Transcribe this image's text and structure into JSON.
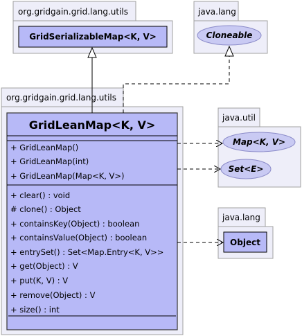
{
  "packages": {
    "parent_utils": "org.gridgain.grid.lang.utils",
    "java_lang_top": "java.lang",
    "main_utils": "org.gridgain.grid.lang.utils",
    "java_util": "java.util",
    "java_lang_bottom": "java.lang"
  },
  "classes": {
    "serializable_map": "GridSerializableMap<K, V>",
    "cloneable": "Cloneable",
    "map": "Map<K, V>",
    "set": "Set<E>",
    "object": "Object"
  },
  "main_class": {
    "name": "GridLeanMap<K, V>",
    "constructors": [
      "+ GridLeanMap()",
      "+ GridLeanMap(int)",
      "+ GridLeanMap(Map<K, V>)"
    ],
    "methods": [
      "+ clear() : void",
      "# clone() : Object",
      "+ containsKey(Object) : boolean",
      "+ containsValue(Object) : boolean",
      "+ entrySet() : Set<Map.Entry<K, V>>",
      "+ get(Object) : V",
      "+ put(K, V) : V",
      "+ remove(Object) : V",
      "+ size() : int"
    ]
  }
}
